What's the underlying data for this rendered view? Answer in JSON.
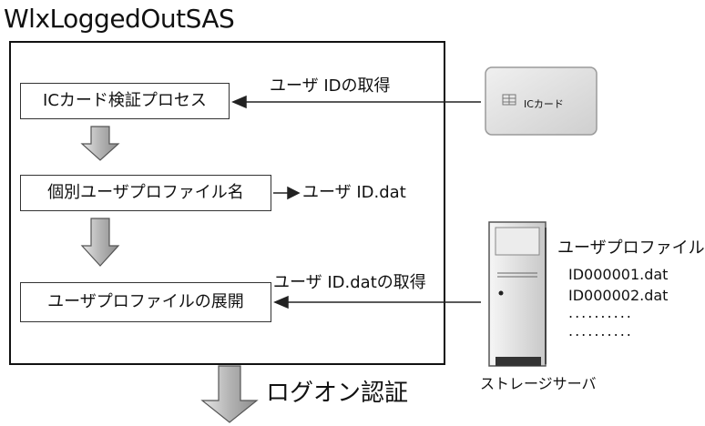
{
  "title": "WlxLoggedOutSAS",
  "steps": [
    "ICカード検証プロセス",
    "個別ユーザプロファイル名",
    "ユーザプロファイルの展開"
  ],
  "labels": {
    "get_user_id": "ユーザ IDの取得",
    "user_id_dat": "ユーザ ID.dat",
    "get_user_id_dat": "ユーザ ID.datの取得",
    "logon_auth": "ログオン認証",
    "ic_card": "ICカード",
    "storage_server": "ストレージサーバ"
  },
  "profile_list": {
    "heading": "ユーザプロファイル",
    "files": [
      "ID000001.dat",
      "ID000002.dat"
    ],
    "ellipsis": [
      "..........",
      ".........."
    ]
  }
}
